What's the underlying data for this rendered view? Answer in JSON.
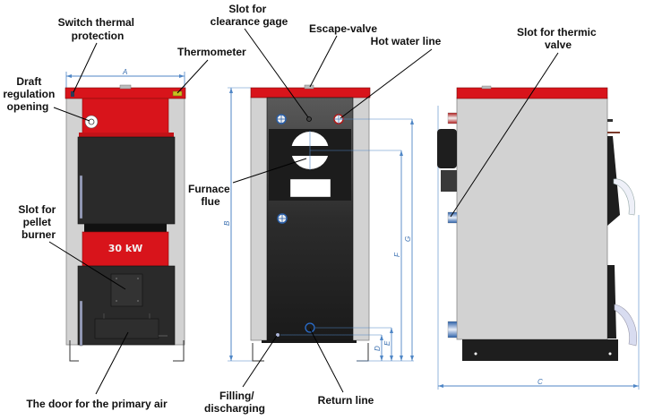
{
  "title": "Boiler component and dimension diagram",
  "colors": {
    "red": "#d8141b",
    "panel_gray": "#d2d2d2",
    "dark": "#2a2a2a",
    "dimension_line": "#4f86c6",
    "leader": "#000000"
  },
  "front_view": {
    "power_label": "30 kW",
    "labels": {
      "switch_thermal_protection": [
        "Switch thermal",
        "protection"
      ],
      "thermometer": [
        "Thermometer"
      ],
      "draft_regulation": [
        "Draft",
        "regulation",
        "opening"
      ],
      "pellet_burner": [
        "Slot for",
        "pellet",
        "burner"
      ],
      "primary_air_door": [
        "The door for the primary air"
      ]
    },
    "dimensions": {
      "width": "A"
    }
  },
  "rear_view": {
    "labels": {
      "clearance_gage": [
        "Slot for",
        "clearance gage"
      ],
      "escape_valve": [
        "Escape-valve"
      ],
      "hot_water_line": [
        "Hot water line"
      ],
      "furnace_flue": [
        "Furnace",
        "flue"
      ],
      "filling_discharging": [
        "Filling/",
        "discharging"
      ],
      "return_line": [
        "Return line"
      ]
    },
    "dimensions": {
      "height": "B",
      "d": "D",
      "e": "E",
      "f": "F",
      "g": "G"
    }
  },
  "side_view": {
    "labels": {
      "thermic_valve": [
        "Slot for thermic",
        "valve"
      ]
    },
    "dimensions": {
      "depth": "C"
    }
  }
}
